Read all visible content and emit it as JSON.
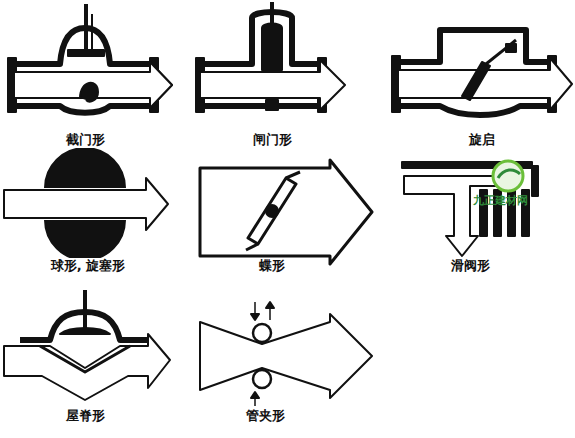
{
  "diagram": {
    "labels": [
      "截门形",
      "闸门形",
      "旋启",
      "球形, 旋塞形",
      "蝶形",
      "滑阀形",
      "屋脊形",
      "管夹形",
      "九正建材网"
    ]
  }
}
